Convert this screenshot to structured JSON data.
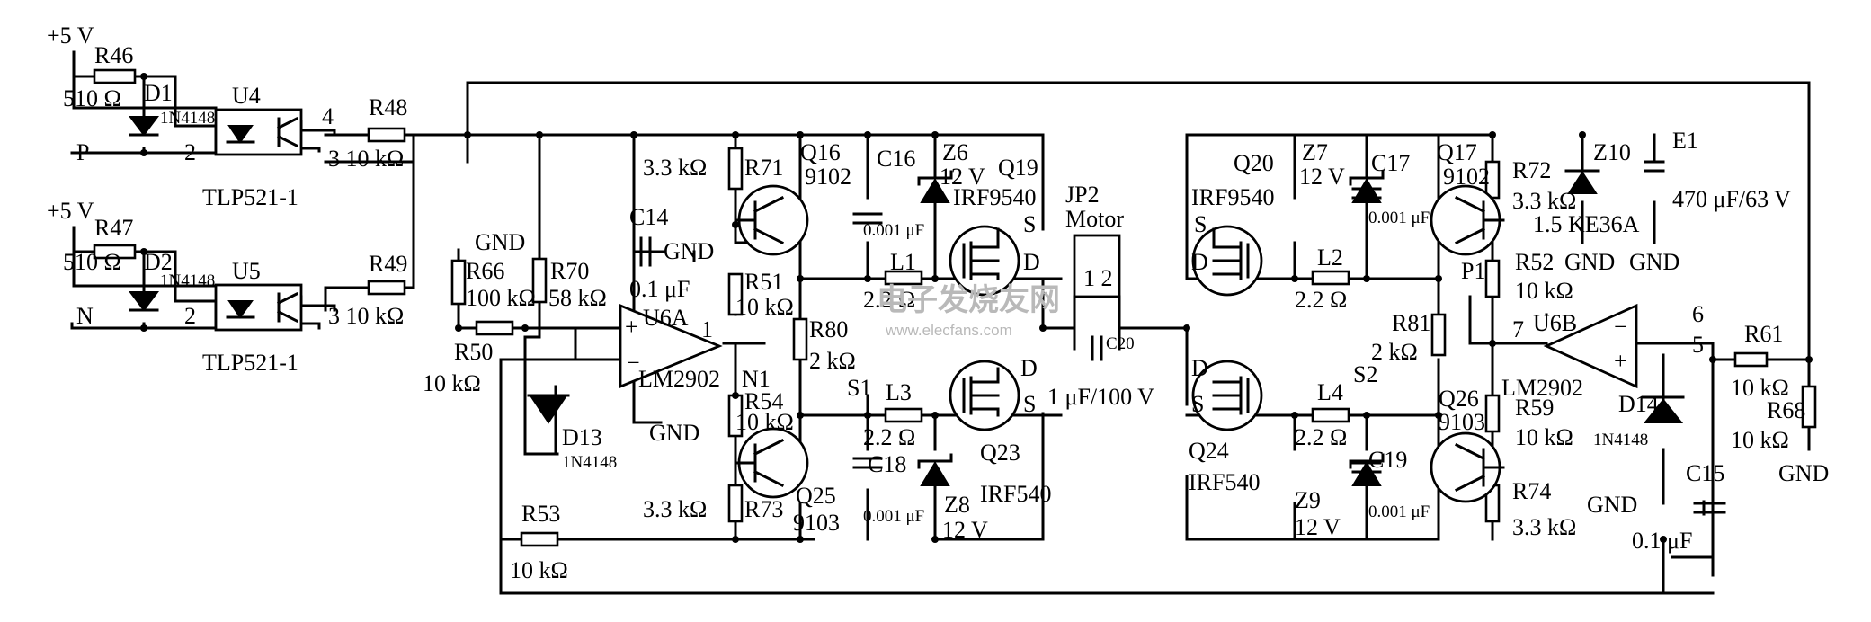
{
  "labels": {
    "vcc1": "+5 V",
    "r46": "R46",
    "r46v": "510 Ω",
    "d1": "D1",
    "d1t": "1N4148",
    "u4": "U4",
    "p": "P",
    "pin2a": "2",
    "pin4": "4",
    "tlp1": "TLP521-1",
    "r48": "R48",
    "r48v": "3 10 kΩ",
    "vcc2": "+5 V",
    "r47": "R47",
    "r47v": "510 Ω",
    "d2": "D2",
    "d2t": "1N4148",
    "u5": "U5",
    "n": "N",
    "pin2b": "2",
    "tlp2": "TLP521-1",
    "r49": "R49",
    "r49v": "3 10 kΩ",
    "gnd1": "GND",
    "r66": "R66",
    "r66v": "100 kΩ",
    "r70": "R70",
    "r70v": "58 kΩ",
    "r50": "R50",
    "r50v": "10 kΩ",
    "d13": "D13",
    "d13t": "1N4148",
    "c14": "C14",
    "c14v": "0.1 μF",
    "gnd2": "GND",
    "u6a": "U6A",
    "pin1": "1",
    "lm1": "LM2902",
    "n1": "N1",
    "gnd3": "GND",
    "r53": "R53",
    "r53v": "10 kΩ",
    "r71v": "3.3 kΩ",
    "r71": "R71",
    "r51": "R51",
    "r51v": "10 kΩ",
    "r54": "R54",
    "r54v": "10 kΩ",
    "r73v": "3.3 kΩ",
    "r73": "R73",
    "q16": "Q16",
    "q16t": "9102",
    "q25": "Q25",
    "q25t": "9103",
    "c16": "C16",
    "c16v": "0.001 μF",
    "l1": "L1",
    "l1v": "2.2 Ω",
    "r80": "R80",
    "r80v": "2 kΩ",
    "s1": "S1",
    "l3": "L3",
    "l3v": "2.2 Ω",
    "c18": "C18",
    "c18v": "0.001 μF",
    "z6": "Z6",
    "z6v": "12 V",
    "q19": "Q19",
    "q19t": "IRF9540",
    "z8": "Z8",
    "z8v": "12 V",
    "q23": "Q23",
    "q23t": "IRF540",
    "s": "S",
    "d": "D",
    "jp2": "JP2",
    "motor": "Motor",
    "pins": "1 2",
    "c20": "C20",
    "c20v": "1 μF/100 V",
    "q20": "Q20",
    "q20t": "IRF9540",
    "z7": "Z7",
    "z7v": "12 V",
    "c17": "C17",
    "c17v": "0.001 μF",
    "l2": "L2",
    "l2v": "2.2 Ω",
    "q24": "Q24",
    "q24t": "IRF540",
    "l4": "L4",
    "l4v": "2.2 Ω",
    "s2": "S2",
    "z9": "Z9",
    "z9v": "12 V",
    "c19": "C19",
    "c19v": "0.001 μF",
    "r81": "R81",
    "r81v": "2 kΩ",
    "q17": "Q17",
    "q17t": "9102",
    "q26": "Q26",
    "q26t": "9103",
    "r72": "R72",
    "r72v": "3.3 kΩ",
    "r52": "R52",
    "r52v": "10 kΩ",
    "r59": "R59",
    "r59v": "10 kΩ",
    "r74": "R74",
    "r74v": "3.3 kΩ",
    "gnd4": "GND",
    "p1": "P1",
    "u6b": "U6B",
    "pin7": "7",
    "pin6": "6",
    "pin5": "5",
    "lm2": "LM2902",
    "z10": "Z10",
    "z10v": "1.5 KE36A",
    "e1": "E1",
    "e1v": "470 μF/63 V",
    "gnd5": "GND",
    "r61": "R61",
    "r61v": "10 kΩ",
    "r68": "R68",
    "r68v": "10 kΩ",
    "gnd6": "GND",
    "d14": "D14",
    "d14t": "1N4148",
    "c15": "C15",
    "c15v": "0.1 μF",
    "gnd7": "GND",
    "wm1": "电子发烧友网",
    "wm2": "www.elecfans.com"
  }
}
